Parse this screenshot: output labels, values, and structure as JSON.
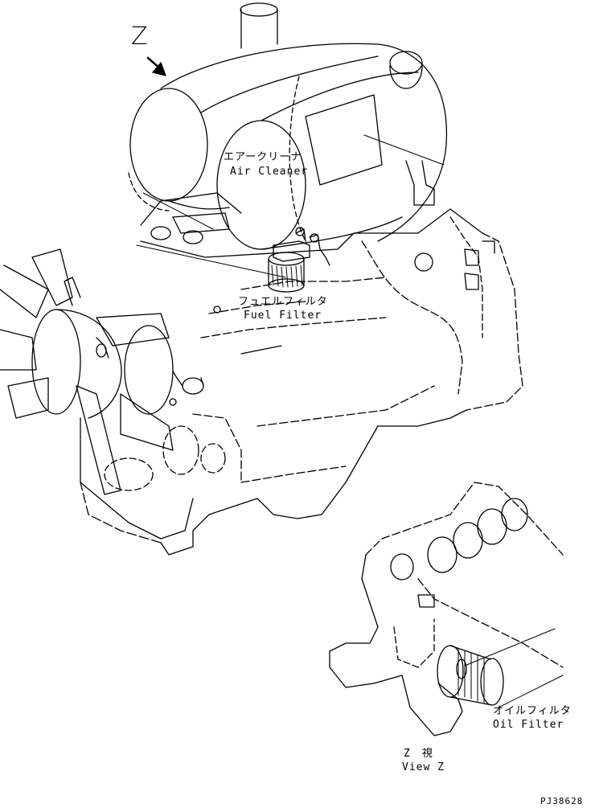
{
  "view_marker": {
    "letter": "Z"
  },
  "labels": {
    "air_cleaner": {
      "jp": "エアークリーナ",
      "en": "Air Cleaner"
    },
    "fuel_filter": {
      "jp": "フュエルフィルタ",
      "en": "Fuel Filter"
    },
    "oil_filter": {
      "jp": "オイルフィルタ",
      "en": "Oil Filter"
    },
    "view_z": {
      "jp": "Z　視",
      "en": "View Z"
    }
  },
  "drawing_code": "PJ38628"
}
